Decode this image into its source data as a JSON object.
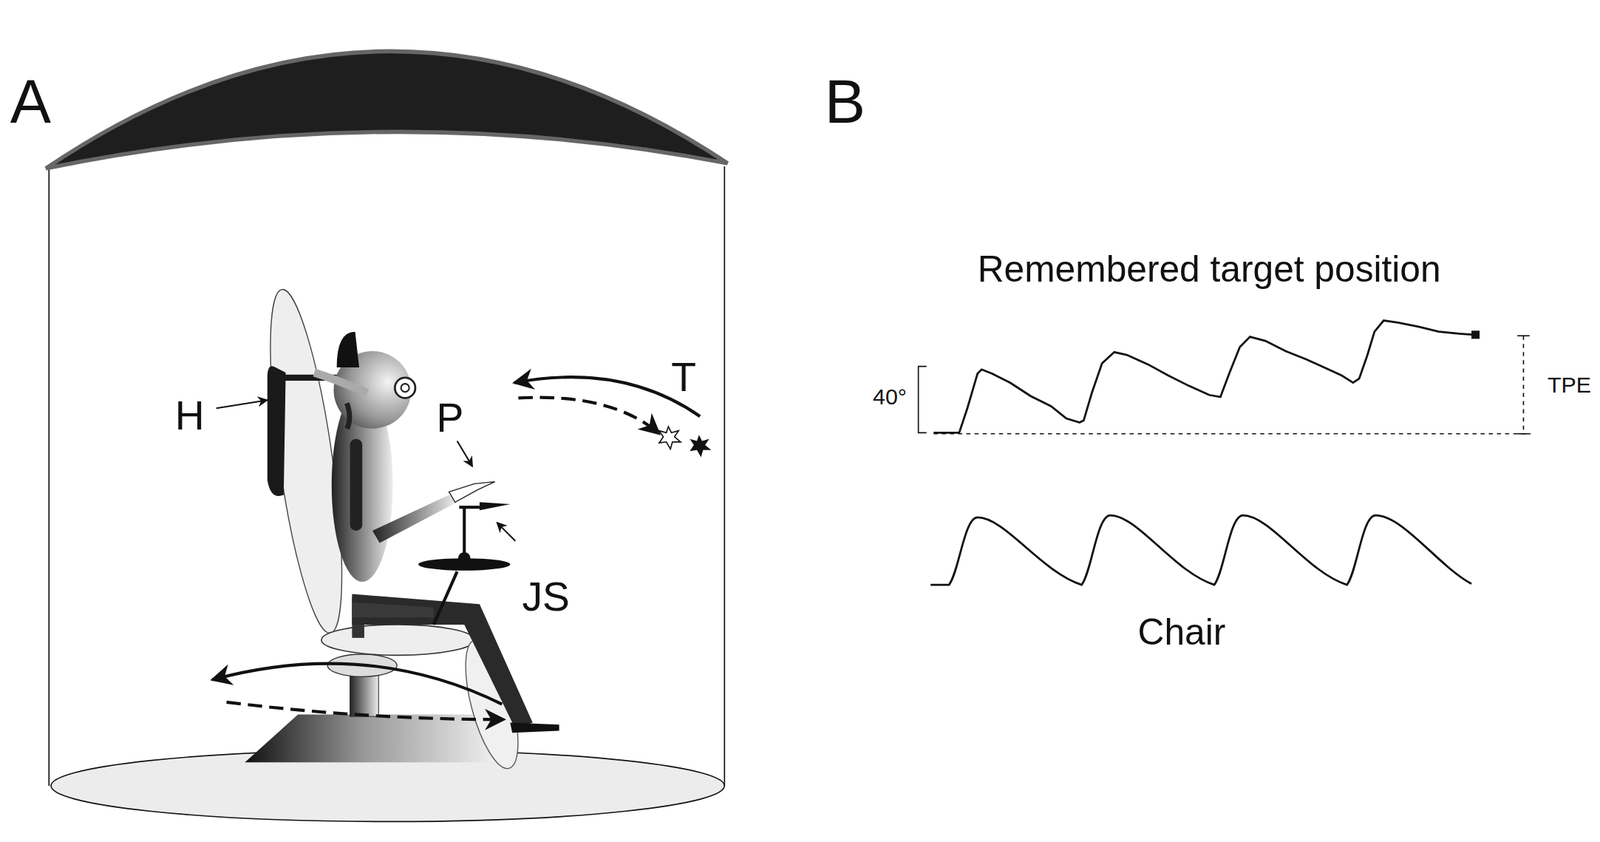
{
  "diagram": {
    "labels": [
      "A",
      "H",
      "P",
      "T",
      "JS",
      "B",
      "Remembered target position",
      "40°",
      "TPE",
      "Chair"
    ]
  }
}
